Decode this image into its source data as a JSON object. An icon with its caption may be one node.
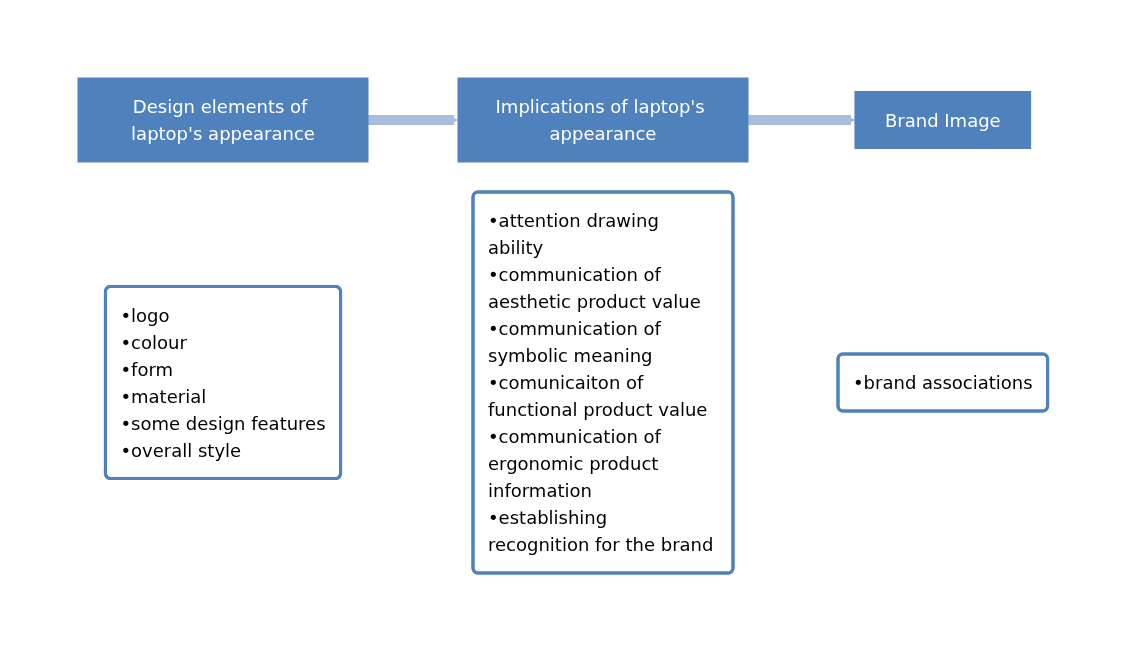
{
  "diagram": {
    "nodes": [
      {
        "text": [
          "Design elements of laptop's appearance"
        ]
      },
      {
        "text": [
          "•logo",
          "•colour",
          "•form",
          "•material",
          "•some design features",
          "•overall style"
        ]
      },
      {
        "text": [
          "Implications of laptop's appearance"
        ]
      },
      {
        "text": [
          "•attention drawing ability",
          "•communication of aesthetic product value",
          "•communication of symbolic meaning",
          "•comunicaiton of functional product value",
          "•communication of ergonomic product information",
          "•establishing recognition for the brand"
        ]
      },
      {
        "text": [
          "Brand Image"
        ]
      },
      {
        "text": [
          "•brand associations"
        ]
      }
    ],
    "edges": [
      {
        "from": 0,
        "to": 2,
        "arrow": "to"
      },
      {
        "from": 2,
        "to": 4,
        "arrow": "to"
      }
    ]
  }
}
